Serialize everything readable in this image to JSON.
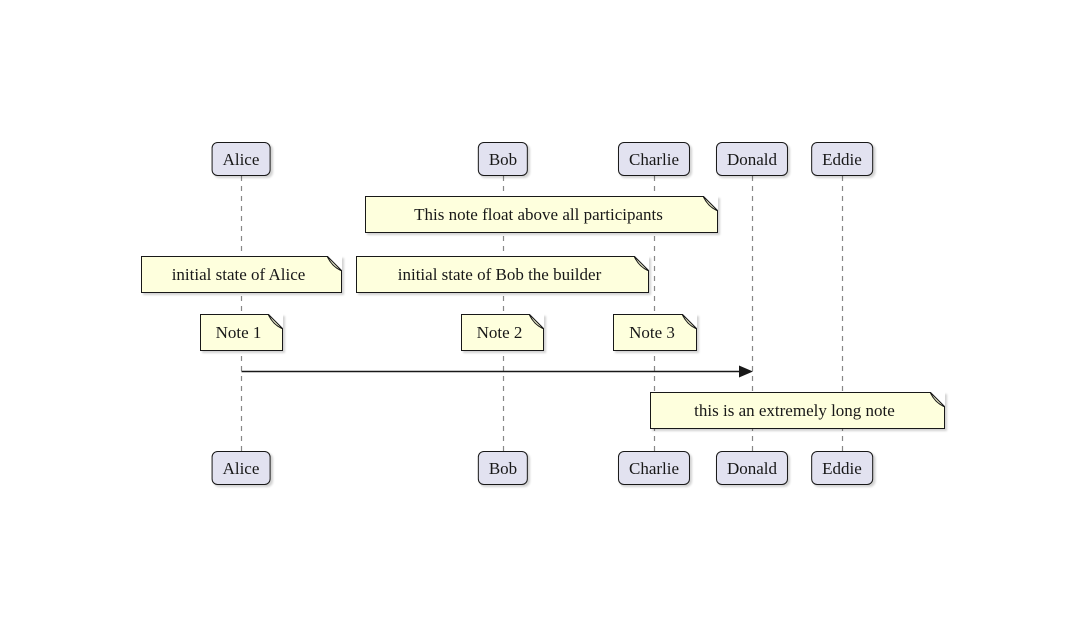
{
  "diagram_type": "sequence-diagram",
  "participants": [
    {
      "name": "Alice"
    },
    {
      "name": "Bob"
    },
    {
      "name": "Charlie"
    },
    {
      "name": "Donald"
    },
    {
      "name": "Eddie"
    }
  ],
  "notes": [
    {
      "text": "This note float above all participants",
      "over": "Bob, Charlie"
    },
    {
      "text": "initial state of Alice",
      "over": "Alice"
    },
    {
      "text": "initial state of Bob the builder",
      "over": "Bob"
    },
    {
      "text": "Note 1",
      "over": "Alice"
    },
    {
      "text": "Note 2",
      "over": "Bob"
    },
    {
      "text": "Note 3",
      "over": "Charlie"
    },
    {
      "text": "this is an extremely long note",
      "over": "Charlie, Donald, Eddie"
    }
  ],
  "message": {
    "from": "Alice",
    "to": "Donald",
    "label": ""
  },
  "colors": {
    "background": "#FFFFFF",
    "participant_fill": "#E2E2F0",
    "participant_border": "#181818",
    "note_fill": "#FEFFDD",
    "note_border": "#181818",
    "lifeline": "#888888",
    "arrow": "#181818",
    "text": "#181818"
  }
}
